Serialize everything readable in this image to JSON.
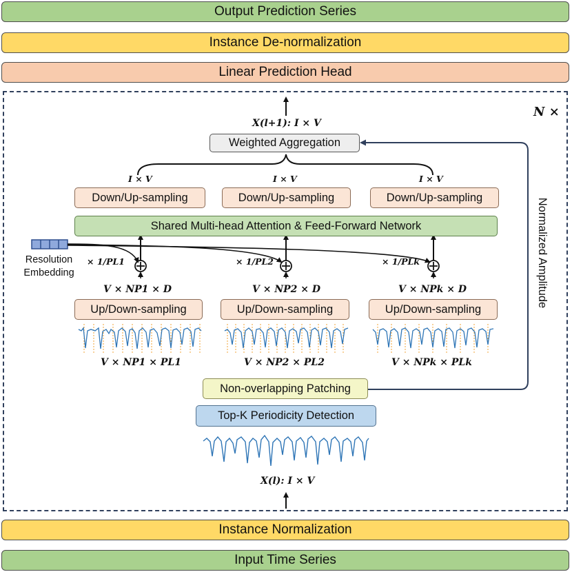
{
  "layers": {
    "output": "Output Prediction Series",
    "denorm": "Instance De-normalization",
    "head": "Linear Prediction Head",
    "norm": "Instance Normalization",
    "input": "Input Time Series"
  },
  "block": {
    "repeat": "N ×",
    "aggregation": "Weighted Aggregation",
    "attention": "Shared Multi-head Attention & Feed-Forward Network",
    "patching": "Non-overlapping Patching",
    "periodicity": "Top-K Periodicity Detection",
    "side_label": "Normalized Amplitude",
    "resolution_embedding": "Resolution Embedding",
    "output_shape": "X(l+1): I × V",
    "input_shape": "X(l): I × V"
  },
  "branches": [
    {
      "down_up": "Down/Up-sampling",
      "out_shape": "I × V",
      "scale": "× 1/PL1",
      "embed_shape": "V × NP1 × D",
      "up_down": "Up/Down-sampling",
      "patch_shape": "V × NP1 × PL1"
    },
    {
      "down_up": "Down/Up-sampling",
      "out_shape": "I × V",
      "scale": "× 1/PL2",
      "embed_shape": "V × NP2 × D",
      "up_down": "Up/Down-sampling",
      "patch_shape": "V × NP2 × PL2"
    },
    {
      "down_up": "Down/Up-sampling",
      "out_shape": "I × V",
      "scale": "× 1/PLk",
      "embed_shape": "V × NPk × D",
      "up_down": "Up/Down-sampling",
      "patch_shape": "V × NPk × PLk"
    }
  ],
  "colors": {
    "green": "#a9d18e",
    "yellow": "#ffd966",
    "salmon": "#f8cbad",
    "signal": "#2e75b6",
    "patch_lines": "#f0a030",
    "frame": "#2f3f5c"
  }
}
